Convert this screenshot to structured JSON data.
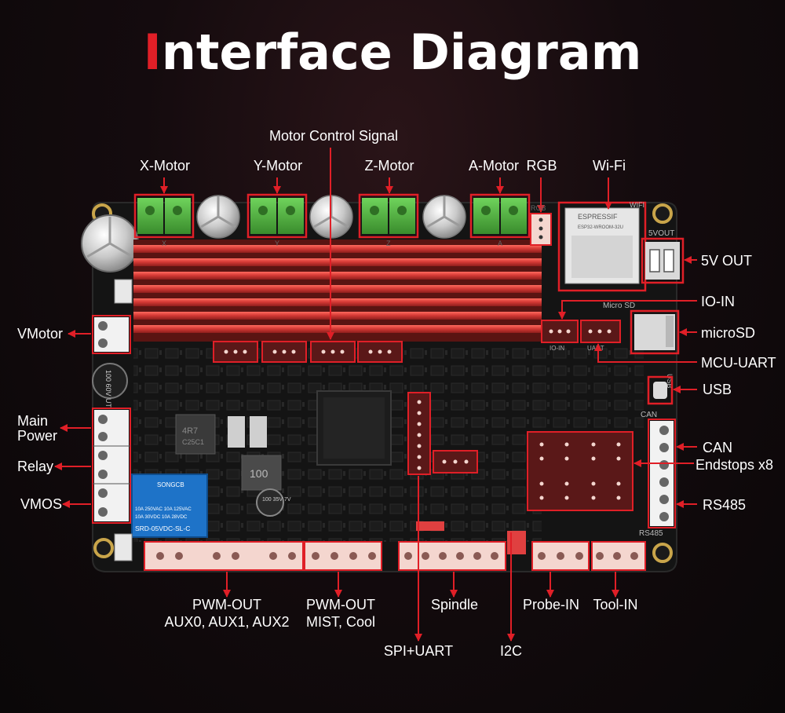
{
  "title": {
    "first_letter": "I",
    "rest": "nterface Diagram"
  },
  "colors": {
    "accent": "#e01f27",
    "board": "#141414",
    "heatsink": "#d63a36",
    "terminal": "#4caf3c",
    "text": "#ffffff"
  },
  "labels": {
    "motor_control_signal": "Motor Control Signal",
    "x_motor": "X-Motor",
    "y_motor": "Y-Motor",
    "z_motor": "Z-Motor",
    "a_motor": "A-Motor",
    "rgb": "RGB",
    "wifi": "Wi-Fi",
    "five_v_out": "5V OUT",
    "io_in": "IO-IN",
    "microsd": "microSD",
    "mcu_uart": "MCU-UART",
    "usb": "USB",
    "can": "CAN",
    "endstops": "Endstops x8",
    "rs485": "RS485",
    "vmotor": "VMotor",
    "main_power_line1": "Main",
    "main_power_line2": "Power",
    "relay": "Relay",
    "vmos": "VMOS",
    "pwm_out_aux_line1": "PWM-OUT",
    "pwm_out_aux_line2": "AUX0, AUX1, AUX2",
    "pwm_out_mist_line1": "PWM-OUT",
    "pwm_out_mist_line2": "MIST, Cool",
    "spindle": "Spindle",
    "probe_in": "Probe-IN",
    "tool_in": "Tool-IN",
    "spi_uart": "SPI+UART",
    "i2c": "I2C"
  },
  "silkscreen": {
    "wifi": "WIFI",
    "five_vout": "5VOUT",
    "micro_sd": "Micro SD",
    "usb": "USB",
    "can": "CAN",
    "rs485": "RS485",
    "io_in": "IO-IN",
    "uart": "UART",
    "rgb": "RGB",
    "esp_brand": "ESPRESSIF",
    "esp_model": "ESP32-WROOM-32U",
    "inductor_4r7": "4R7",
    "inductor_code": "C25C1",
    "inductor_100": "100",
    "cap_big": "100 60V UT",
    "cap_small": "100 35V 7V",
    "relay_brand": "SONGCB",
    "relay_line1": "10A 250VAC 10A 125VAC",
    "relay_line2": "10A 30VDC 10A 28VDC",
    "relay_model": "SRD-05VDC-SL-C",
    "motor_x": "X",
    "motor_y": "Y",
    "motor_z": "Z",
    "motor_a": "A"
  }
}
